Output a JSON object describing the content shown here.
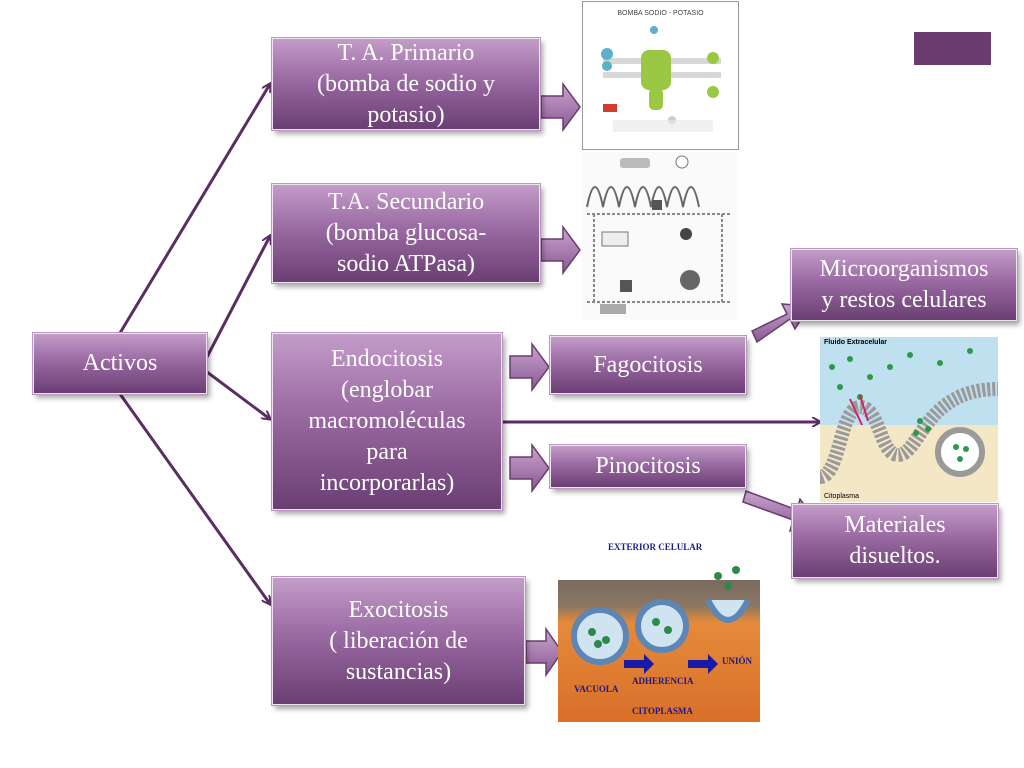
{
  "colors": {
    "box_top": "#c39cc8",
    "box_bottom": "#6a3e73",
    "line": "#5a2e62",
    "block_arrow": "#a47aac",
    "corner_tab": "#6a3c6f"
  },
  "nodes": {
    "activos": "Activos",
    "primario": "T. A. Primario\n(bomba de sodio y\npotasio)",
    "secundario": "T.A. Secundario\n(bomba glucosa-\nsodio ATPasa)",
    "endocitosis": "Endocitosis\n(englobar\nmacromoléculas\npara\nincorporarlas)",
    "exocitosis": "Exocitosis\n( liberación de\nsustancias)",
    "fagocitosis": "Fagocitosis",
    "pinocitosis": "Pinocitosis",
    "microorganismos": "Microorganismos\ny restos celulares",
    "materiales": "Materiales\ndisueltos."
  },
  "images": {
    "pump": {
      "title": "BOMBA SODIO - POTASIO",
      "icon": "sodium-potassium-pump-illustration"
    },
    "secondary": {
      "icon": "glucose-sodium-cotransport-illustration"
    },
    "endocytosis": {
      "label_top": "Fluido Extracelular",
      "label_bottom": "Citoplasma",
      "icon": "endocytosis-membrane-illustration"
    },
    "exocytosis": {
      "label_top": "EXTERIOR CELULAR",
      "label_vacuola": "VACUOLA",
      "label_adherencia": "ADHERENCIA",
      "label_union": "UNIÓN",
      "label_citoplasma": "CITOPLASMA",
      "icon": "exocytosis-vesicle-illustration"
    }
  }
}
